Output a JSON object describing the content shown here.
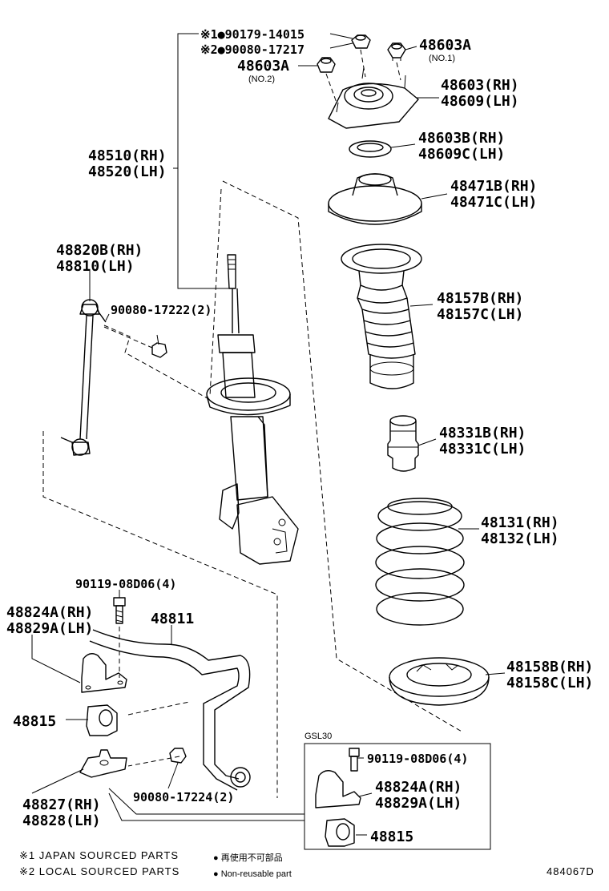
{
  "labels": {
    "nut_japan": "※1●90179-14015",
    "nut_local": "※2●90080-17217",
    "nut_no2": "48603A",
    "nut_no2_note": "(NO.2)",
    "nut_no1": "48603A",
    "nut_no1_note": "(NO.1)",
    "mount_rh": "48603(RH)",
    "mount_lh": "48609(LH)",
    "bearing_rh": "48603B(RH)",
    "bearing_lh": "48609C(LH)",
    "seat_rh": "48471B(RH)",
    "seat_lh": "48471C(LH)",
    "strut_rh": "48510(RH)",
    "strut_lh": "48520(LH)",
    "boot_rh": "48157B(RH)",
    "boot_lh": "48157C(LH)",
    "link_rh": "48820B(RH)",
    "link_lh": "48810(LH)",
    "link_nut": "90080-17222(2)",
    "bumper_rh": "48331B(RH)",
    "bumper_lh": "48331C(LH)",
    "spring_rh": "48131(RH)",
    "spring_lh": "48132(LH)",
    "bolt": "90119-08D06(4)",
    "bar": "48811",
    "bracket_rh": "48824A(RH)",
    "bracket_lh": "48829A(LH)",
    "lower_seat_rh": "48158B(RH)",
    "lower_seat_lh": "48158C(LH)",
    "bushing": "48815",
    "bar_nut": "90080-17224(2)",
    "lower_bracket_rh": "48827(RH)",
    "lower_bracket_lh": "48828(LH)",
    "inset_title": "GSL30",
    "inset_bolt": "90119-08D06(4)",
    "inset_bracket_rh": "48824A(RH)",
    "inset_bracket_lh": "48829A(LH)",
    "inset_bushing": "48815",
    "legend_japan": "※1 JAPAN SOURCED PARTS",
    "legend_local": "※2 LOCAL SOURCED PARTS",
    "legend_nonreuse_jp": "● 再使用不可部品",
    "legend_nonreuse_en": "● Non-reusable part",
    "diagram_code": "484067D"
  }
}
